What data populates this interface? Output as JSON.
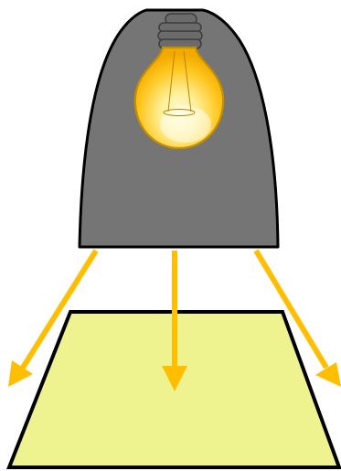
{
  "scene": {
    "objects": [
      "lamp-shade",
      "light-bulb",
      "light-ray",
      "illuminated-surface"
    ],
    "ray_count": 3
  },
  "colors": {
    "shade_fill": "#757575",
    "outline": "#000000",
    "bulb_glass": "#ffc21a",
    "bulb_glow": "#fff3a3",
    "bulb_base": "#6b6b6b",
    "ray": "#ffbe00",
    "surface_fill": "#eff38f"
  }
}
